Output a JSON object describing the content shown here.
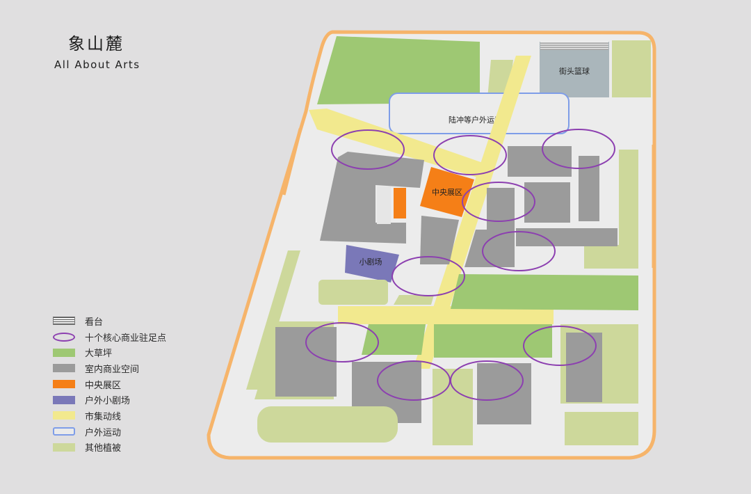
{
  "header": {
    "title": "象山麓",
    "subtitle": "All About Arts"
  },
  "legend": [
    {
      "label": "看台",
      "swatch": "stands"
    },
    {
      "label": "十个核心商业驻足点",
      "swatch": "core"
    },
    {
      "label": "大草坪",
      "swatch": "lawn"
    },
    {
      "label": "室内商业空间",
      "swatch": "indoor"
    },
    {
      "label": "中央展区",
      "swatch": "center"
    },
    {
      "label": "户外小剧场",
      "swatch": "theater"
    },
    {
      "label": "市集动线",
      "swatch": "market"
    },
    {
      "label": "户外运动",
      "swatch": "sport"
    },
    {
      "label": "其他植被",
      "swatch": "veg"
    }
  ],
  "map": {
    "labels": {
      "basketball": "街头篮球",
      "outdoor_sports": "陆冲等户外运动区",
      "central_exhibition": "中央展区",
      "small_theater": "小剧场"
    },
    "core_point_count": 10
  },
  "colors": {
    "background": "#e0dfe0",
    "site_path": "#ececec",
    "boundary": "#f6b46a",
    "lawn": "#9ec873",
    "other_vegetation": "#cdd89b",
    "indoor_commercial": "#9b9b9b",
    "central_exhibition": "#f57f17",
    "small_theater": "#7a78b8",
    "market_route": "#f2e98e",
    "outdoor_sports": "#7e9de8",
    "core_points": "#8c3fb0",
    "basketball": "#aab6bb"
  }
}
